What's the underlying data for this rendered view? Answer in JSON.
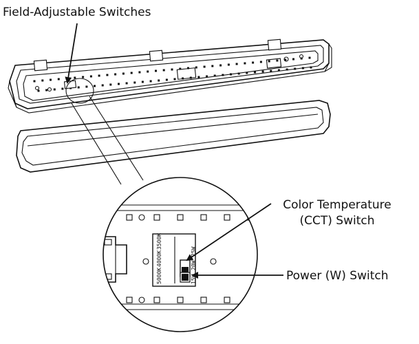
{
  "callouts": {
    "field_switches": "Field-Adjustable Switches",
    "cct_line1": "Color Temperature",
    "cct_line2": "(CCT) Switch",
    "power": "Power (W) Switch"
  },
  "switch_block": {
    "cct_options": [
      "5000K",
      "4000K",
      "3500K"
    ],
    "power_options": [
      "15W",
      "20W",
      "25W"
    ]
  },
  "colors": {
    "line": "#111111",
    "background": "#ffffff"
  }
}
